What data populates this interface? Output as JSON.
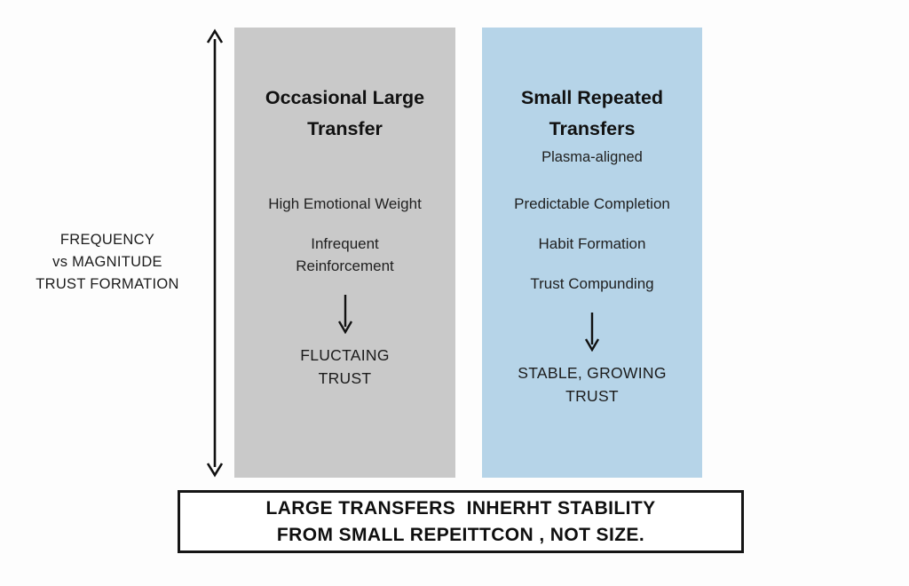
{
  "diagram": {
    "axis": {
      "icon": "double-headed-vertical-arrow",
      "label_lines": [
        "FREQUENCY",
        "vs MAGNITUDE",
        "TRUST FORMATION"
      ]
    },
    "columns": [
      {
        "key": "occasional-large-transfer",
        "title_lines": [
          "Occasional Large",
          "Transfer"
        ],
        "subtitle": "",
        "background_color": "#c9c9c9",
        "items": [
          {
            "lines": [
              "High Emotional Weight"
            ]
          },
          {
            "lines": [
              "Infrequent",
              "Reinforcement"
            ]
          }
        ],
        "arrow_icon": "down-arrow",
        "outcome_lines": [
          "FLUCTAING",
          "TRUST"
        ]
      },
      {
        "key": "small-repeated-transfers",
        "title_lines": [
          "Small Repeated",
          "Transfers"
        ],
        "subtitle": "Plasma-aligned",
        "background_color": "#b6d4e8",
        "items": [
          {
            "lines": [
              "Predictable Completion"
            ]
          },
          {
            "lines": [
              "Habit Formation"
            ]
          },
          {
            "lines": [
              "Trust Compunding"
            ]
          }
        ],
        "arrow_icon": "down-arrow",
        "outcome_lines": [
          "STABLE, GROWING",
          "TRUST"
        ]
      }
    ],
    "banner": {
      "lines": [
        "LARGE TRANSFERS  INHERHT STABILITY",
        "FROM SMALL REPEITTCON , NOT SIZE."
      ],
      "border_color": "#151515"
    }
  }
}
